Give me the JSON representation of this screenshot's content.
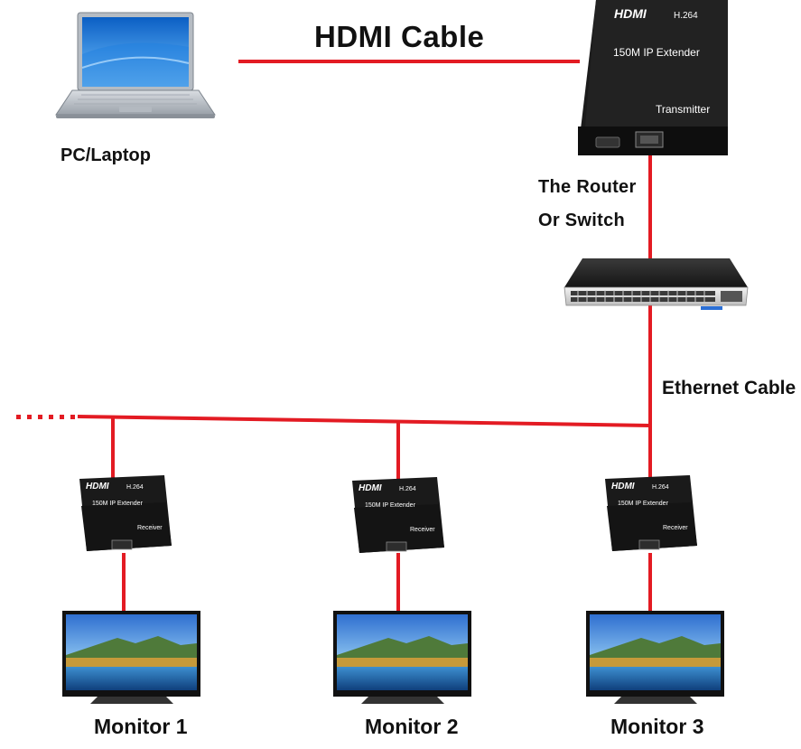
{
  "diagram": {
    "title": "HDMI Cable",
    "pc_label": "PC/Laptop",
    "router_label_line1": "The Router",
    "router_label_line2": "Or Switch",
    "ethernet_label": "Ethernet Cable",
    "transmitter": {
      "brand": "HDMI",
      "codec": "H.264",
      "model": "150M IP Extender",
      "role": "Transmitter"
    },
    "receiver": {
      "brand": "HDMI",
      "codec": "H.264",
      "model": "150M IP Extender",
      "role": "Receiver"
    },
    "monitors": [
      "Monitor 1",
      "Monitor 2",
      "Monitor 3"
    ],
    "cable_color": "#e31b23"
  }
}
